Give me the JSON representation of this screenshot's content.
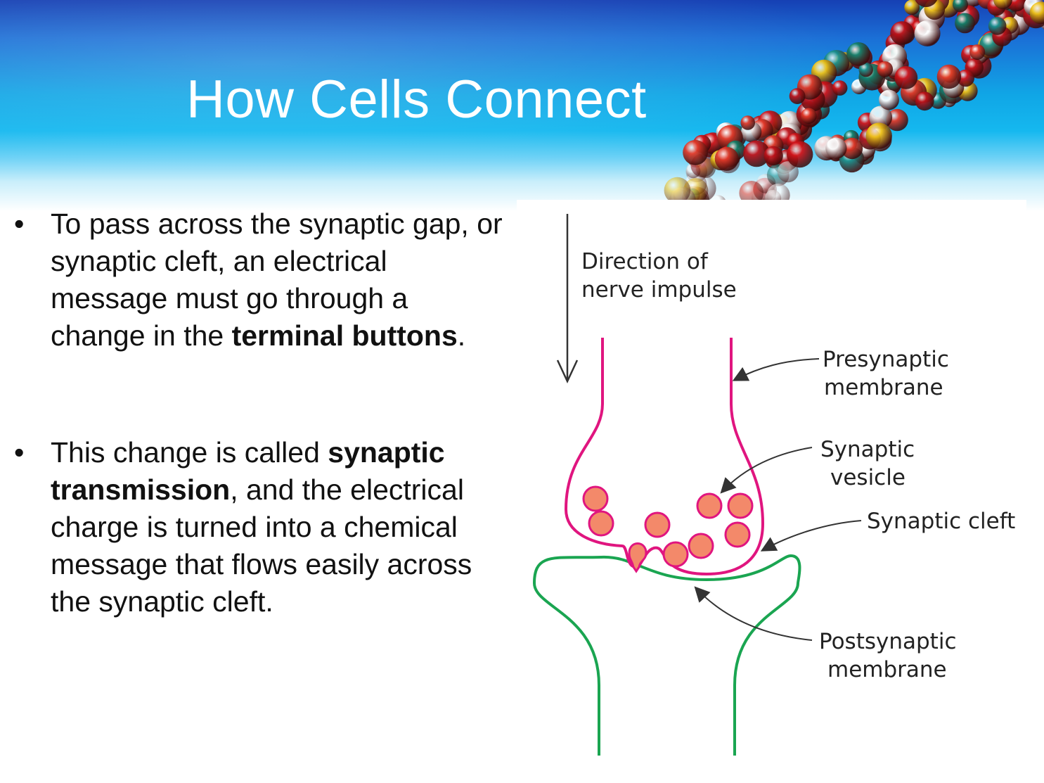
{
  "title": "How Cells Connect",
  "bullets": [
    {
      "symbol": "•",
      "segments": [
        {
          "text": "To pass across the synaptic gap, or synaptic cleft, an electrical message must go through a change in the ",
          "bold": false
        },
        {
          "text": "terminal buttons",
          "bold": true
        },
        {
          "text": ".",
          "bold": false
        }
      ]
    },
    {
      "symbol": "•",
      "segments": [
        {
          "text": "This change is called ",
          "bold": false
        },
        {
          "text": "synaptic transmission",
          "bold": true
        },
        {
          "text": ", and the electrical charge is turned into a chemical message that flows easily across the synaptic cleft.",
          "bold": false
        }
      ]
    }
  ],
  "diagram": {
    "direction_label": [
      "Direction of",
      "nerve impulse"
    ],
    "presynaptic_label": [
      "Presynaptic",
      "membrane"
    ],
    "vesicle_label": [
      "Synaptic",
      "vesicle"
    ],
    "cleft_label": "Synaptic cleft",
    "postsynaptic_label": [
      "Postsynaptic",
      "membrane"
    ],
    "colors": {
      "presynaptic": "#e0157f",
      "postsynaptic": "#1aa551",
      "vesicle_fill": "#f3896a",
      "arrow": "#333333"
    }
  }
}
